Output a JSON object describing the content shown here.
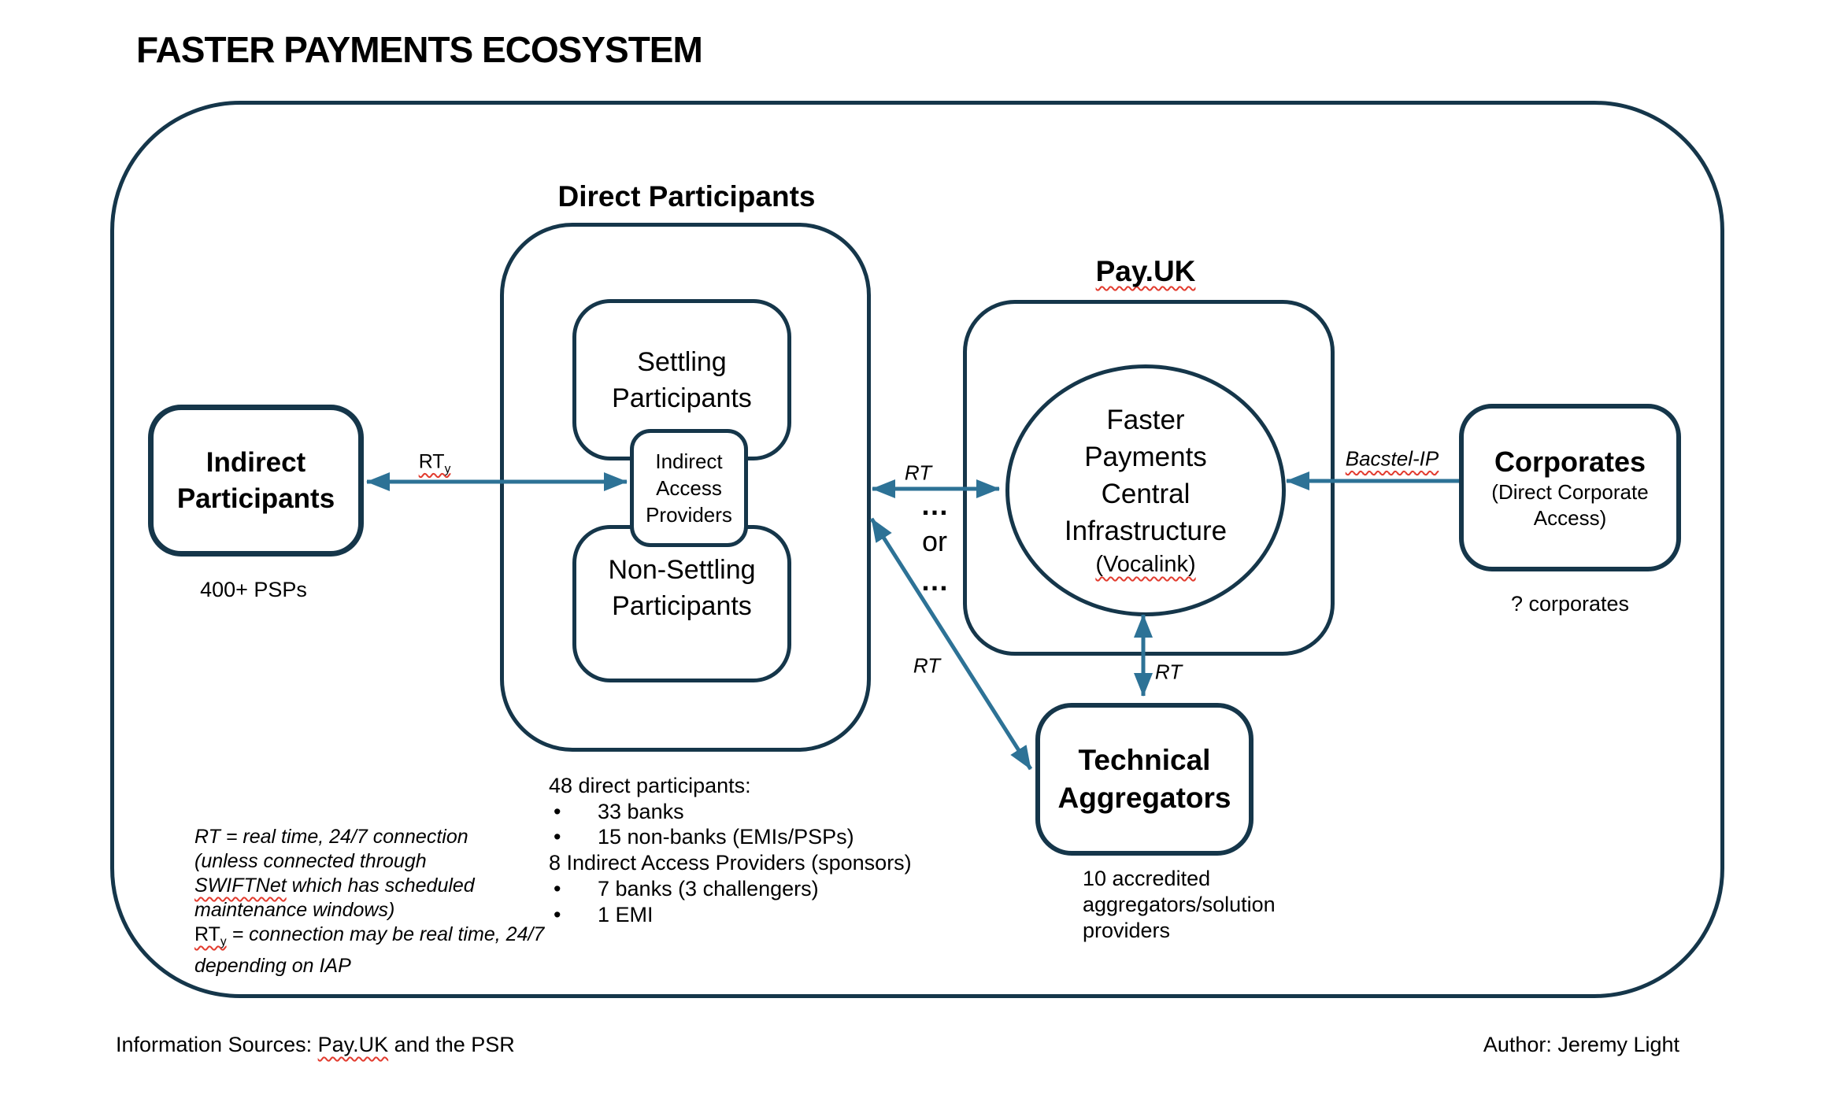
{
  "title": "FASTER PAYMENTS ECOSYSTEM",
  "direct_participants": {
    "heading": "Direct Participants",
    "settling_label": "Settling Participants",
    "iap_label": "Indirect Access Providers",
    "non_settling_label": "Non-Settling Participants",
    "stats": {
      "bullet_char": "•",
      "intro": "48 direct participants:",
      "b1": "33 banks",
      "b2": "15 non-banks (EMIs/PSPs)",
      "mid": "8 Indirect Access Providers (sponsors)",
      "b3": "7 banks (3 challengers)",
      "b4": "1 EMI"
    }
  },
  "pay_uk": {
    "heading": "Pay.UK",
    "circle_main": "Faster Payments Central Infrastructure",
    "circle_sub": "(Vocalink)"
  },
  "indirect_participants": {
    "label": "Indirect Participants",
    "caption": "400+ PSPs"
  },
  "corporates": {
    "label": "Corporates",
    "sublabel": "(Direct Corporate Access)",
    "caption": "? corporates"
  },
  "technical_aggregators": {
    "label": "Technical Aggregators",
    "caption": "10 accredited aggregators/solution providers"
  },
  "arrow_labels": {
    "rty_main": "RT",
    "rty_sub": "y",
    "rt_direct": "RT",
    "rt_diagonal": "RT",
    "rt_aggregator": "RT",
    "bacstel": "Bacstel-IP",
    "dots_top": "…",
    "or_word": "or",
    "dots_bottom": "…"
  },
  "notes": {
    "l1": "RT = real time, 24/7 connection",
    "l2": "(unless connected through",
    "l3_swiftnet": "SWIFTNet",
    "l3_rest": " which has scheduled",
    "l4": "maintenance windows)",
    "l5_rt": "RT",
    "l5_sub": "y",
    "l5_rest": " = connection may be real time, 24/7",
    "l6": "depending on IAP"
  },
  "footer": {
    "left_prefix": "Information Sources: ",
    "left_payuk": "Pay.UK",
    "left_suffix": " and the PSR",
    "right": "Author: Jeremy Light"
  },
  "colors": {
    "box_border": "#15364a",
    "arrow": "#2d7296",
    "spellcheck_squiggle": "#e23b2e"
  }
}
